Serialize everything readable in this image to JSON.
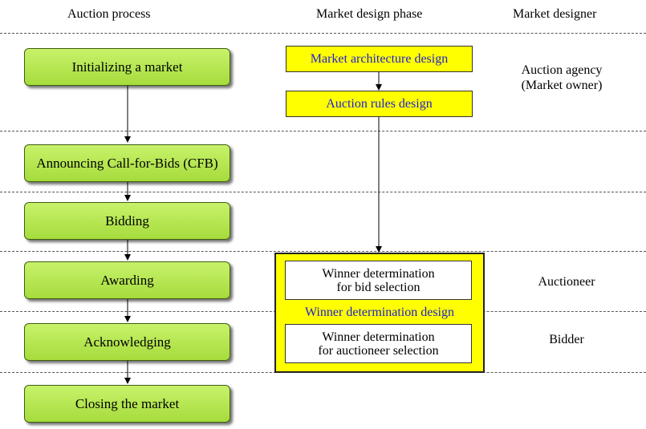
{
  "headers": {
    "auction_process": "Auction process",
    "market_design_phase": "Market design phase",
    "market_designer": "Market designer"
  },
  "process_steps": [
    "Initializing a market",
    "Announcing Call-for-Bids (CFB)",
    "Bidding",
    "Awarding",
    "Acknowledging",
    "Closing the market"
  ],
  "design_phases": {
    "architecture": "Market architecture design",
    "rules": "Auction rules design",
    "winner_determination": "Winner determination design",
    "bid_selection": [
      "Winner determination",
      "for bid selection"
    ],
    "auctioneer_selection": [
      "Winner determination",
      "for auctioneer selection"
    ]
  },
  "designers": {
    "agency": [
      "Auction agency",
      "(Market owner)"
    ],
    "auctioneer": "Auctioneer",
    "bidder": "Bidder"
  },
  "colors": {
    "process_box": "#b5e655",
    "design_box": "#ffff00",
    "design_text": "#1f1fd6"
  }
}
